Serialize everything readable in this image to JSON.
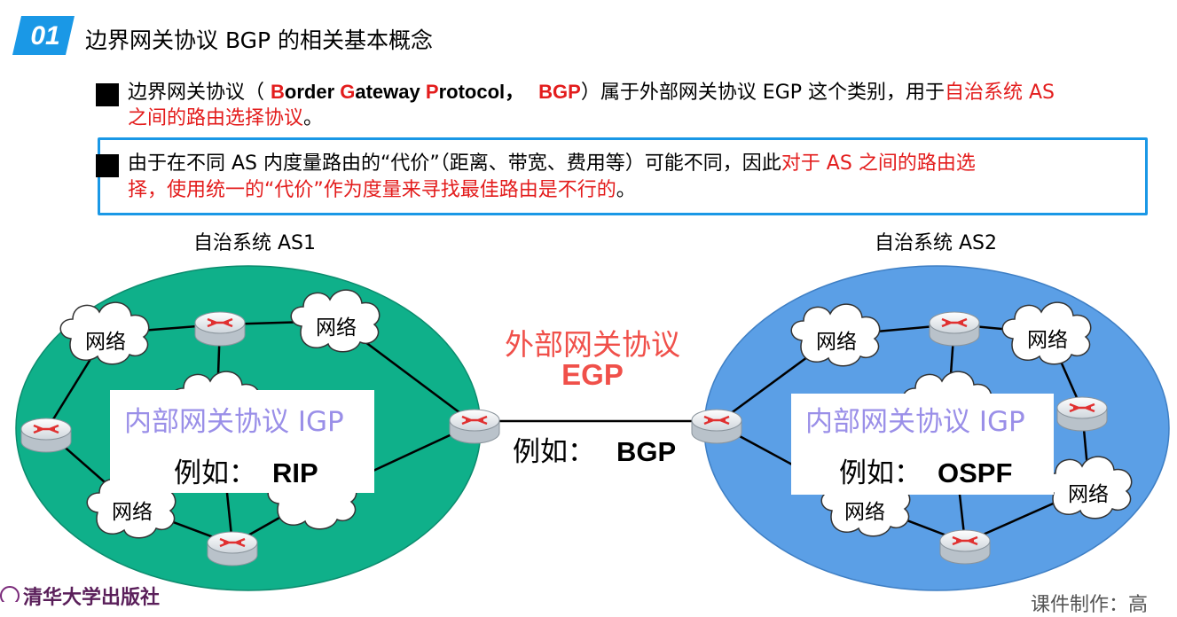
{
  "header": {
    "badge": "01",
    "title": "边界网关协议 BGP 的相关基本概念"
  },
  "bullet1": {
    "p1": "边界网关协议（ ",
    "B": "B",
    "p2": "order ",
    "G": "G",
    "p3": "ateway ",
    "P": "P",
    "p4": "rotocol，",
    "bgp": "BGP",
    "p5": "）属于外部网关协议 EGP 这个类别，用于",
    "red1": "自治系统 AS",
    "red2": "之间的路由选择协议",
    "end": "。"
  },
  "bullet2": {
    "p1": "由于在不同 AS 内度量路由的“代价”（距离、带宽、费用等）可能不同，因此",
    "red1": "对于 AS 之间的路由选",
    "red2": "择，使用统一的“代价”作为度量来寻找最佳路由是不行的",
    "end": "。"
  },
  "diagram": {
    "as1_label": "自治系统 AS1",
    "as2_label": "自治系统 AS2",
    "cloud_label": "网络",
    "igp_title": "内部网关协议 IGP",
    "as1_example_prefix": "例如：",
    "as1_example": "RIP",
    "as2_example_prefix": "例如：",
    "as2_example": "OSPF",
    "egp_title": "外部网关协议",
    "egp_abbr": "EGP",
    "egp_example_prefix": "例如：",
    "egp_example": "BGP",
    "colors": {
      "as1_fill": "#0fb08a",
      "as2_fill": "#5b9fe6",
      "highlight_red": "#e31c1c",
      "egp_red": "#f0504a",
      "igp_purple": "#9a8fe8",
      "box_border": "#1a98e6"
    }
  },
  "footer": {
    "publisher": "清华大学出版社",
    "right": "课件制作：高"
  }
}
